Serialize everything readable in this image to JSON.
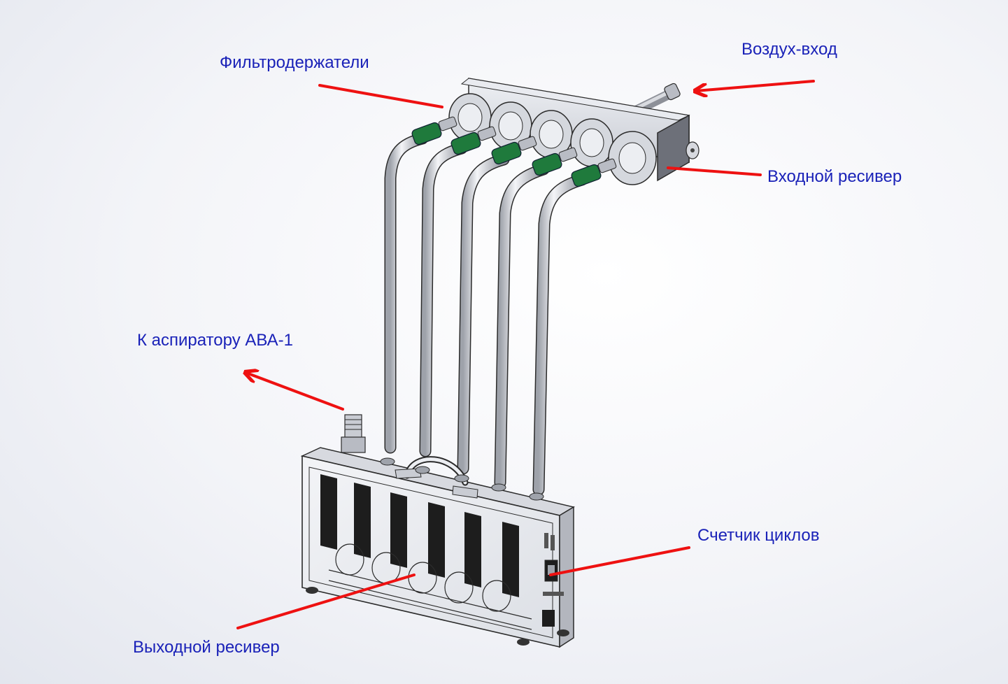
{
  "colors": {
    "label_text": "#1a22b8",
    "arrow": "#ee1111",
    "fitting_green": "#1f7a3c",
    "metal": "#c9ccd3",
    "outline": "#2b2b2b"
  },
  "labels": {
    "filter_holders": "Фильтродержатели",
    "air_inlet": "Воздух-вход",
    "inlet_receiver": "Входной ресивер",
    "to_aspirator": "К аспиратору АВА-1",
    "cycle_counter": "Счетчик циклов",
    "outlet_receiver": "Выходной ресивер"
  },
  "device": {
    "filter_holder_count": 5,
    "tube_count": 5,
    "module_count": 5
  }
}
